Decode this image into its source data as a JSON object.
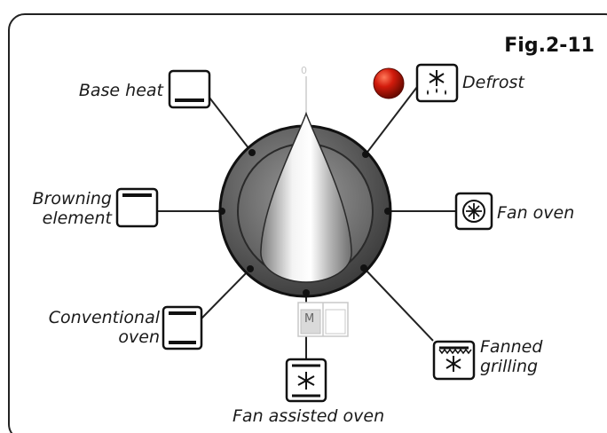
{
  "figure": {
    "label": "Fig.2-11"
  },
  "dial": {
    "zero_mark": "0"
  },
  "indicator": {
    "color": "#d21b0c"
  },
  "memory_button": {
    "label": "M"
  },
  "functions": [
    {
      "label": "Base heat",
      "icon": "base-heat-icon"
    },
    {
      "label": "Defrost",
      "icon": "defrost-icon"
    },
    {
      "label": "Browning element",
      "line1": "Browning",
      "line2": "element",
      "icon": "browning-element-icon"
    },
    {
      "label": "Fan oven",
      "icon": "fan-oven-icon"
    },
    {
      "label": "Conventional oven",
      "line1": "Conventional",
      "line2": "oven",
      "icon": "conventional-oven-icon"
    },
    {
      "label": "Fanned grilling",
      "line1": "Fanned",
      "line2": "grilling",
      "icon": "fanned-grilling-icon"
    },
    {
      "label": "Fan assisted oven",
      "icon": "fan-assisted-oven-icon"
    }
  ]
}
